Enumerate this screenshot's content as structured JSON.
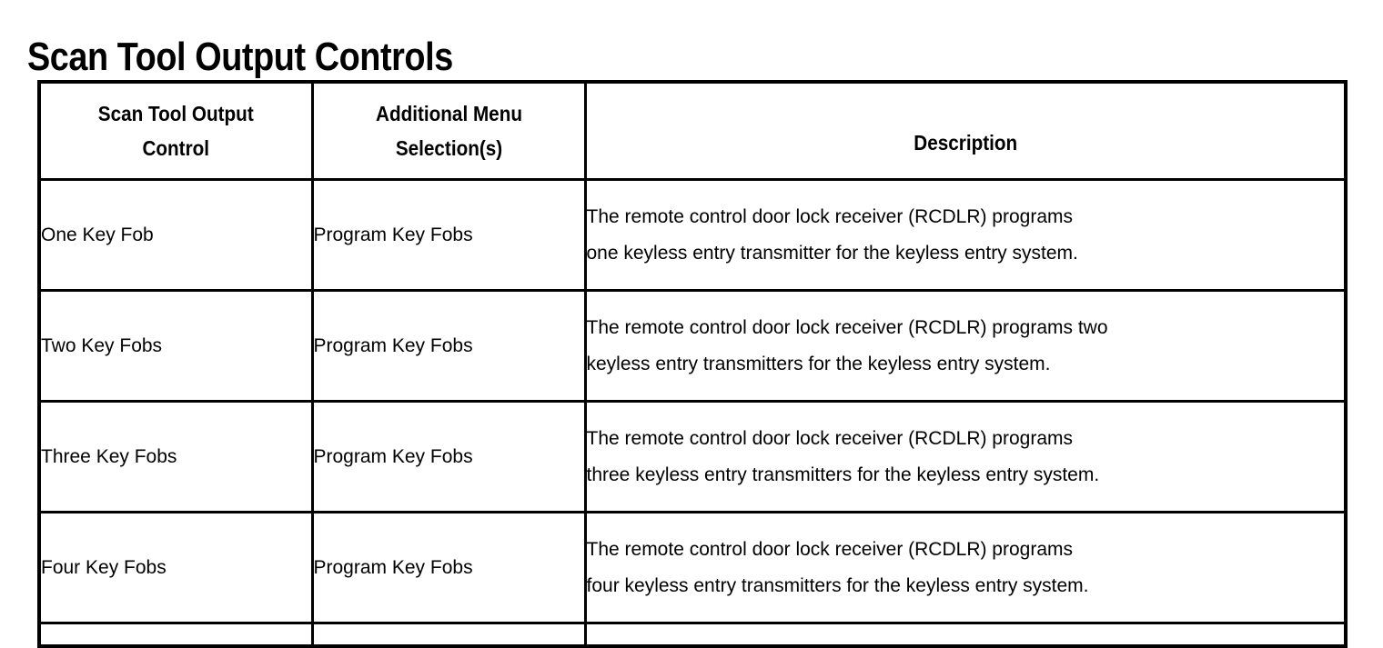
{
  "title": "Scan Tool Output Controls",
  "table": {
    "headers": [
      "Scan Tool Output Control",
      "Additional Menu Selection(s)",
      "Description"
    ],
    "headers_lines": {
      "col1_line1": "Scan Tool Output",
      "col1_line2": "Control",
      "col2_line1": "Additional Menu",
      "col2_line2": "Selection(s)",
      "col3_line1": "Description"
    },
    "rows": [
      {
        "control": "One Key Fob",
        "menu": "Program Key Fobs",
        "description": "The remote control door lock receiver (RCDLR) programs one keyless entry transmitter for the keyless entry system.",
        "description_line1": "The remote control door lock receiver (RCDLR) programs",
        "description_line2": "one keyless entry transmitter for the keyless entry system."
      },
      {
        "control": "Two Key Fobs",
        "menu": "Program Key Fobs",
        "description": "The remote control door lock receiver (RCDLR) programs two keyless entry transmitters for the keyless entry system.",
        "description_line1": "The remote control door lock receiver (RCDLR) programs two",
        "description_line2": "keyless entry transmitters for the keyless entry system."
      },
      {
        "control": "Three Key Fobs",
        "menu": "Program Key Fobs",
        "description": "The remote control door lock receiver (RCDLR) programs three keyless entry transmitters for the keyless entry system.",
        "description_line1": "The remote control door lock receiver (RCDLR) programs",
        "description_line2": "three keyless entry transmitters for the keyless entry system."
      },
      {
        "control": "Four Key Fobs",
        "menu": "Program Key Fobs",
        "description": "The remote control door lock receiver (RCDLR) programs four keyless entry transmitters for the keyless entry system.",
        "description_line1": "The remote control door lock receiver (RCDLR) programs",
        "description_line2": "four keyless entry transmitters for the keyless entry system."
      }
    ]
  },
  "colors": {
    "text": "#000000",
    "background": "#ffffff",
    "border": "#000000"
  }
}
